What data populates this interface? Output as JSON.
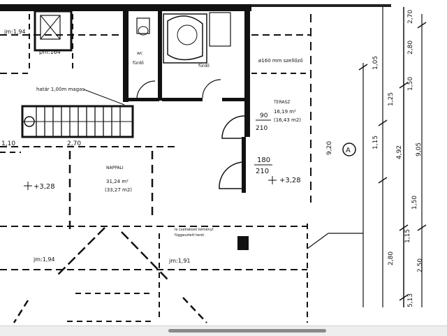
{
  "plan": {
    "labels": {
      "bedroom_level": "jm:1,94",
      "closet_top": "pm:164",
      "stair_note": "határ 1,00m magas",
      "vent_note": "ø160 mm szellőző",
      "terrace_name": "TERASZ",
      "terrace_area_1": "16,19 m²",
      "terrace_area_2": "(16,43 m2)",
      "living_name": "NAPPALI",
      "living_area_1": "31,24 m²",
      "living_area_2": "(33,27 m2)",
      "level_left": "+3,28",
      "level_right": "+3,28",
      "left_mark": "1,10",
      "dim_270": "2,70",
      "door_90": "90",
      "door_210_a": "210",
      "door_180": "180",
      "door_210_b": "210",
      "lower_level_left": "jm:1,94",
      "lower_level_mid": "jm:1,91",
      "lower_note_1": "le csatlakozó kéményt",
      "lower_note_2": "függesztett teret",
      "bath_left": "fürdő",
      "bath_right": "fürdő",
      "wc": "wc",
      "axis_mark": "A"
    },
    "dims_vertical": {
      "d1": "2,70",
      "d2": "2,80",
      "d3": "1,05",
      "d4": "1,50",
      "d5": "1,25",
      "d6": "9,20",
      "d7": "4,92",
      "d8": "9,05",
      "d9": "1,15",
      "d10": "2,80",
      "d11": "1,15",
      "d12": "5,13",
      "d13": "1,50",
      "d14": "2,50"
    }
  },
  "viewer": {
    "scroll_position": 0.38
  }
}
